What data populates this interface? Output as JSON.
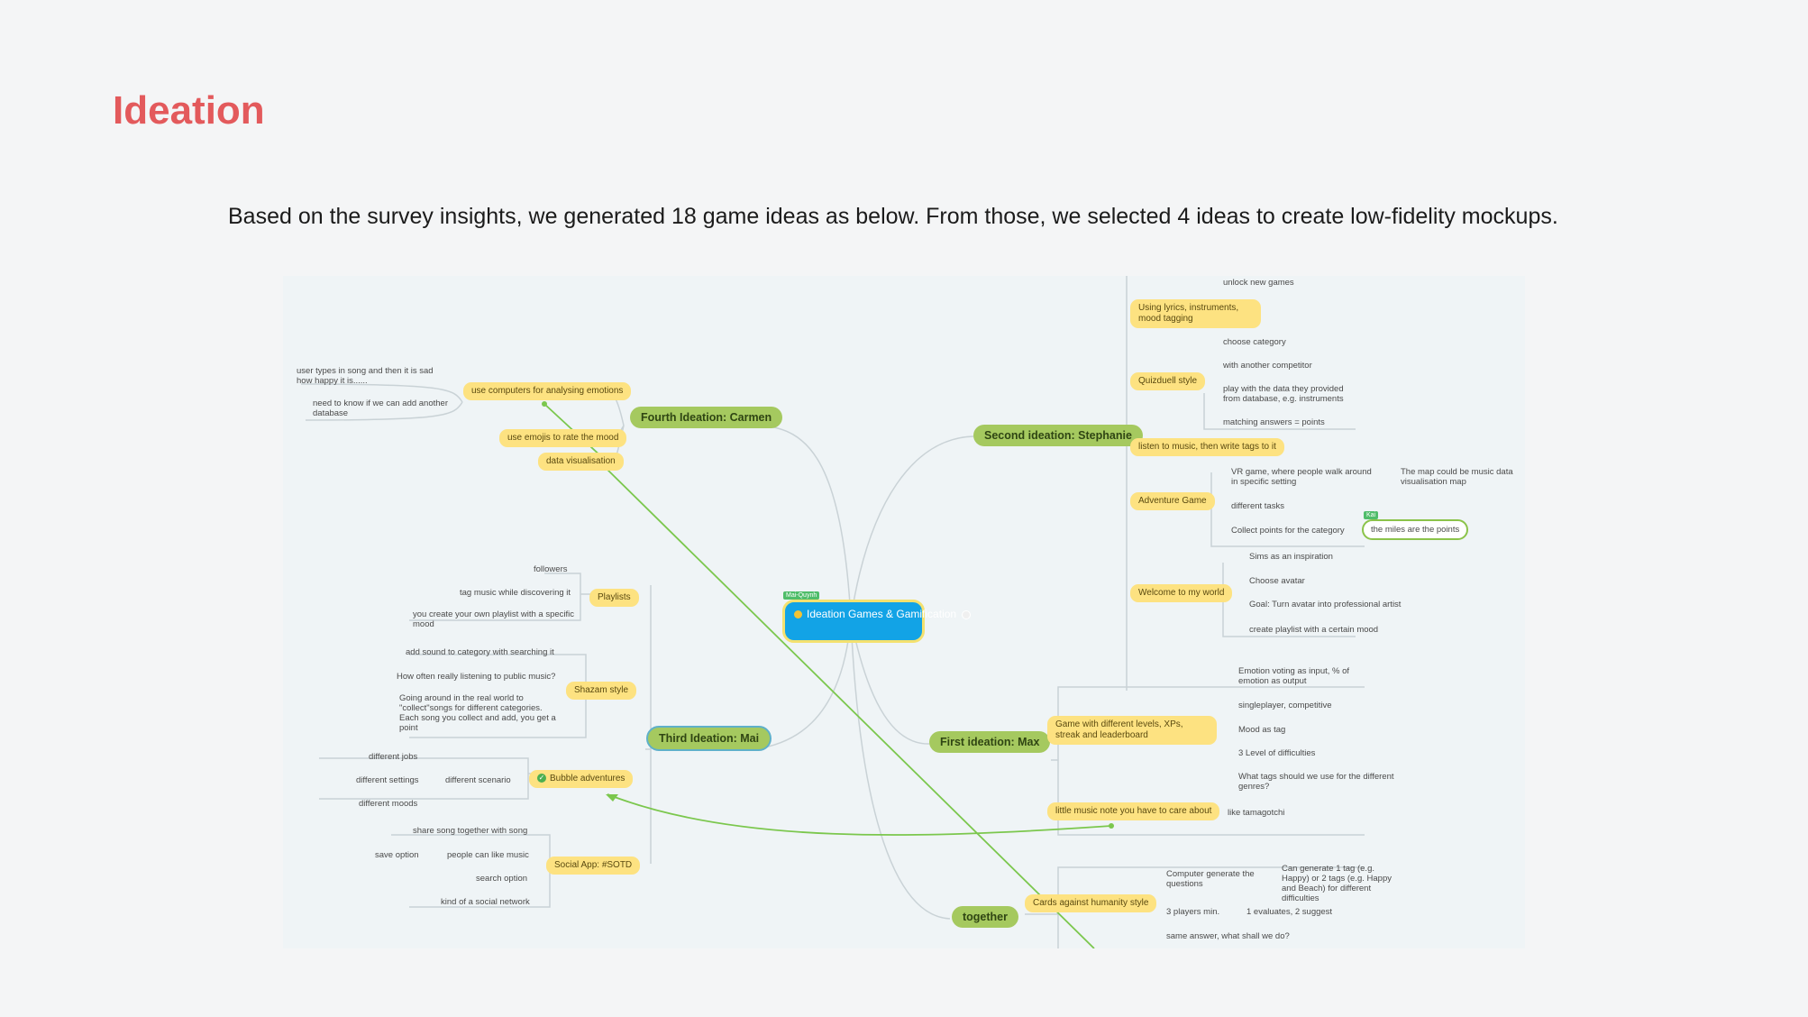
{
  "page": {
    "title": "Ideation",
    "intro": "Based on the survey insights, we generated 18 game ideas as below. From those, we selected 4 ideas to create low-fidelity mockups."
  },
  "mindmap": {
    "central": {
      "label": "Ideation Games & Gamification",
      "author_tag": "Mai-Quynh"
    },
    "branches": {
      "fourth": {
        "label": "Fourth Ideation: Carmen",
        "items": [
          {
            "label": "use computers for analysing emotions",
            "children": [
              "user types in song and then it is sad how happy it is......",
              "need to know if we can add another database"
            ]
          },
          {
            "label": "use emojis to rate the mood"
          },
          {
            "label": "data visualisation"
          }
        ]
      },
      "third": {
        "label": "Third Ideation: Mai",
        "items": [
          {
            "label": "Playlists",
            "children": [
              "followers",
              "tag music while discovering it",
              "you create your own playlist with a specific mood"
            ]
          },
          {
            "label": "Shazam style",
            "children": [
              "add sound to category with searching it",
              "How often really listening to public music?",
              "Going around in the real world to \"collect\"songs for different categories. Each song you collect and add, you get a point"
            ]
          },
          {
            "label": "Bubble adventures",
            "sub": "different scenario",
            "children": [
              "different jobs",
              "different settings",
              "different moods"
            ]
          },
          {
            "label": "Social App: #SOTD",
            "children": [
              "share song together with  song",
              "people can like music",
              "save option",
              "search option",
              "kind of a social network"
            ]
          }
        ]
      },
      "second": {
        "label": "Second ideation: Stephanie",
        "items": [
          {
            "label": "unlock new games"
          },
          {
            "label": "Using lyrics, instruments, mood tagging"
          },
          {
            "label": "Quizduell style",
            "children": [
              "choose category",
              "with another competitor",
              "play with the data they provided from database, e.g. instruments",
              "matching answers = points"
            ]
          },
          {
            "label": "listen to music, then write tags to it"
          },
          {
            "label": "Adventure Game",
            "children": [
              "VR game, where people walk around in specific setting",
              "The map could be music data visualisation map",
              "different tasks",
              "Collect points for the category",
              "the miles are the points"
            ],
            "tag": "Kai"
          },
          {
            "label": "Welcome to my world",
            "children": [
              "Sims as an inspiration",
              "Choose avatar",
              "Goal: Turn avatar into professional artist",
              "create playlist with a certain mood"
            ]
          }
        ]
      },
      "first": {
        "label": "First ideation: Max",
        "items": [
          {
            "label": "Game with different levels, XPs, streak and leaderboard",
            "children": [
              "Emotion voting as input, % of emotion as output",
              "singleplayer, competitive",
              "Mood as tag",
              "3 Level of difficulties",
              "What tags should we use for the different genres?"
            ]
          },
          {
            "label": "little music note you have to care about",
            "children": [
              "like tamagotchi"
            ]
          }
        ]
      },
      "together": {
        "label": "together",
        "items": [
          {
            "label": "Cards against humanity style",
            "children": [
              "Computer generate the questions",
              "Can generate 1 tag (e.g. Happy) or 2 tags (e.g. Happy and Beach) for different difficulties",
              "3 players min.",
              "1 evaluates, 2 suggest",
              "same answer, what shall we do?"
            ]
          }
        ]
      }
    },
    "colors": {
      "title": "#e35a5c",
      "central": "#12a3e6",
      "branch": "#a5c95f",
      "topic": "#fde281",
      "connector": "#c9d2d6",
      "relation": "#7bc74d"
    }
  }
}
